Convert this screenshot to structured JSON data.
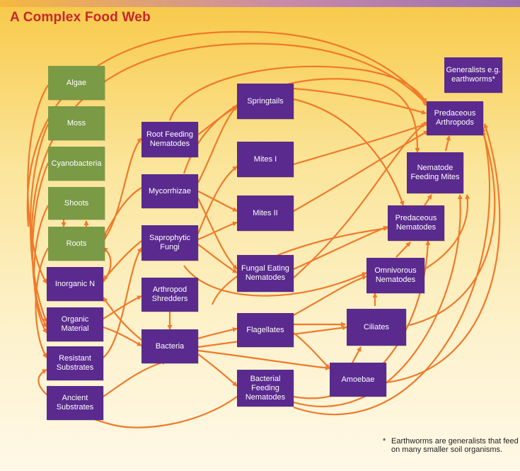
{
  "title": "A Complex Food Web",
  "colors": {
    "producer": "#7a9a46",
    "consumer": "#5a2a8e",
    "arrow": "#f07a2a",
    "title": "#c8262c"
  },
  "nodes": {
    "algae": "Algae",
    "moss": "Moss",
    "cyanobacteria": "Cyanobacteria",
    "shoots": "Shoots",
    "roots": "Roots",
    "inorganic_n": "Inorganic N",
    "organic_material": "Organic Material",
    "resistant_substrates": "Resistant Substrates",
    "ancient_substrates": "Ancient Substrates",
    "root_feeding_nematodes": "Root Feeding Nematodes",
    "mycorrhizae": "Mycorrhizae",
    "saprophytic_fungi": "Saprophytic Fungi",
    "arthropod_shredders": "Arthropod Shredders",
    "bacteria": "Bacteria",
    "springtails": "Springtails",
    "mites_1": "Mites I",
    "mites_2": "Mites II",
    "fungal_eating_nematodes": "Fungal Eating Nematodes",
    "flagellates": "Flagellates",
    "bacterial_feeding_nematodes": "Bacterial Feeding Nematodes",
    "predaceous_arthropods": "Predaceous Arthropods",
    "nematode_feeding_mites": "Nematode Feeding Mites",
    "predaceous_nematodes": "Predaceous Nematodes",
    "omnivorous_nematodes": "Omnivorous Nematodes",
    "ciliates": "Ciliates",
    "amoebae": "Amoebae",
    "generalists": "Generalists e.g. earthworms*"
  },
  "footnote": {
    "mark": "*",
    "text": "Earthworms are generalists that feed on many smaller soil organisms."
  }
}
